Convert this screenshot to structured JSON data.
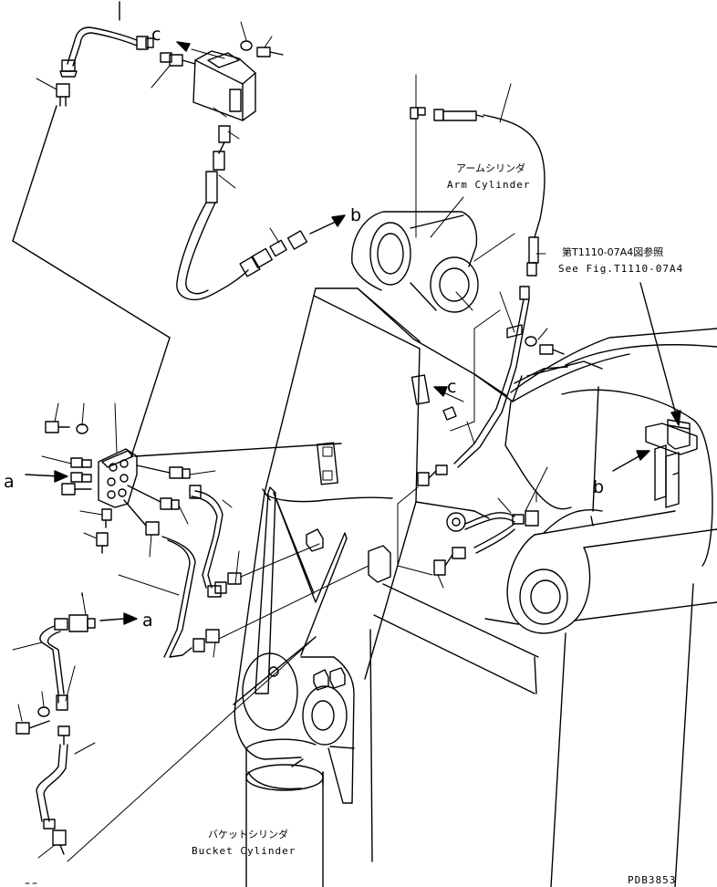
{
  "labels": {
    "arm_cylinder_jp": "アームシリンダ",
    "arm_cylinder_en": "Arm Cylinder",
    "bucket_cylinder_jp": "バケットシリンダ",
    "bucket_cylinder_en": "Bucket Cylinder",
    "see_fig_jp": "第T1110-07A4図参照",
    "see_fig_en": "See Fig.T1110-07A4",
    "drawing_number": "PDB3853"
  },
  "references": {
    "a_left": "a",
    "a_right": "a",
    "b_top": "b",
    "b_right": "b",
    "c_top": "c",
    "c_mid": "c"
  }
}
